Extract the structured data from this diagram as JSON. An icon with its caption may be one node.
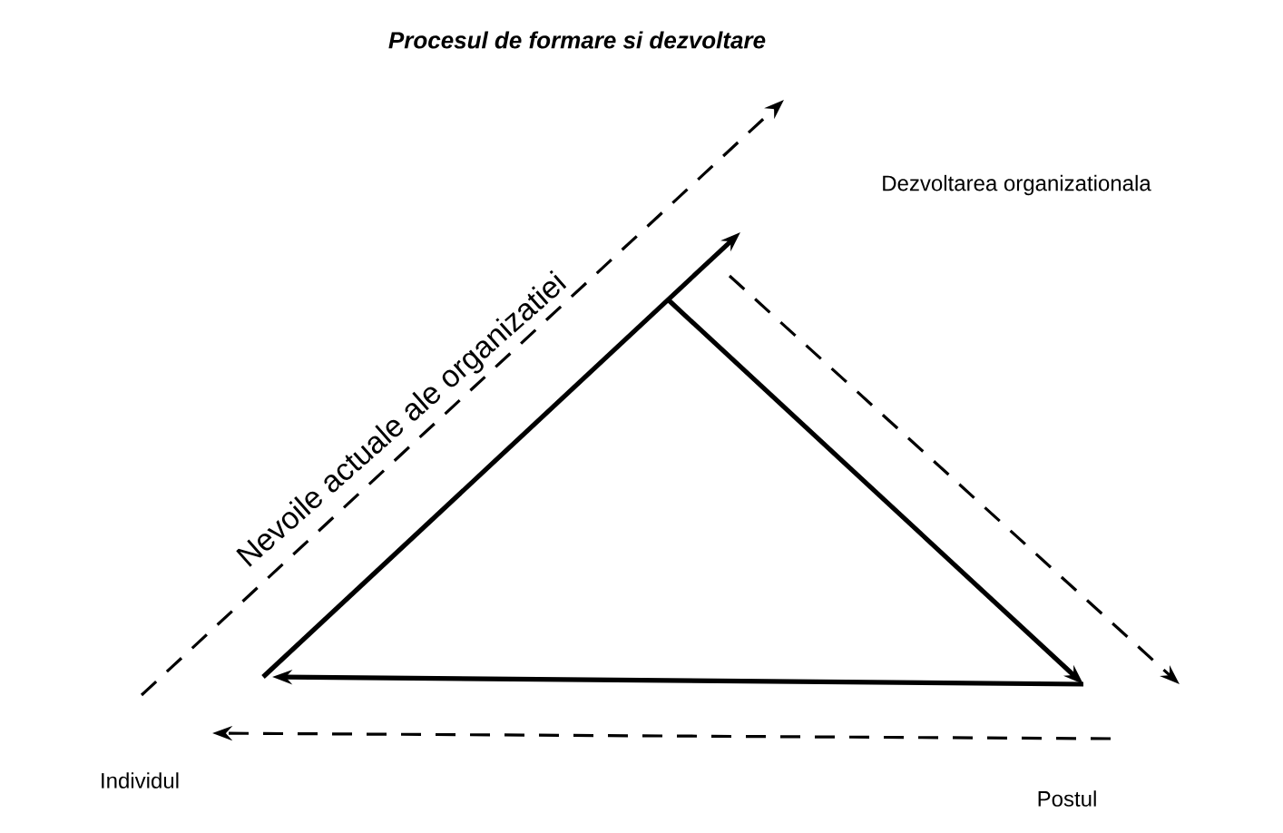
{
  "diagram": {
    "title": "Procesul  de formare si dezvoltare",
    "labels": [
      "Dezvoltarea organizationala",
      "Nevoile actuale ale organizatiei",
      "Individul",
      "Postul"
    ]
  }
}
